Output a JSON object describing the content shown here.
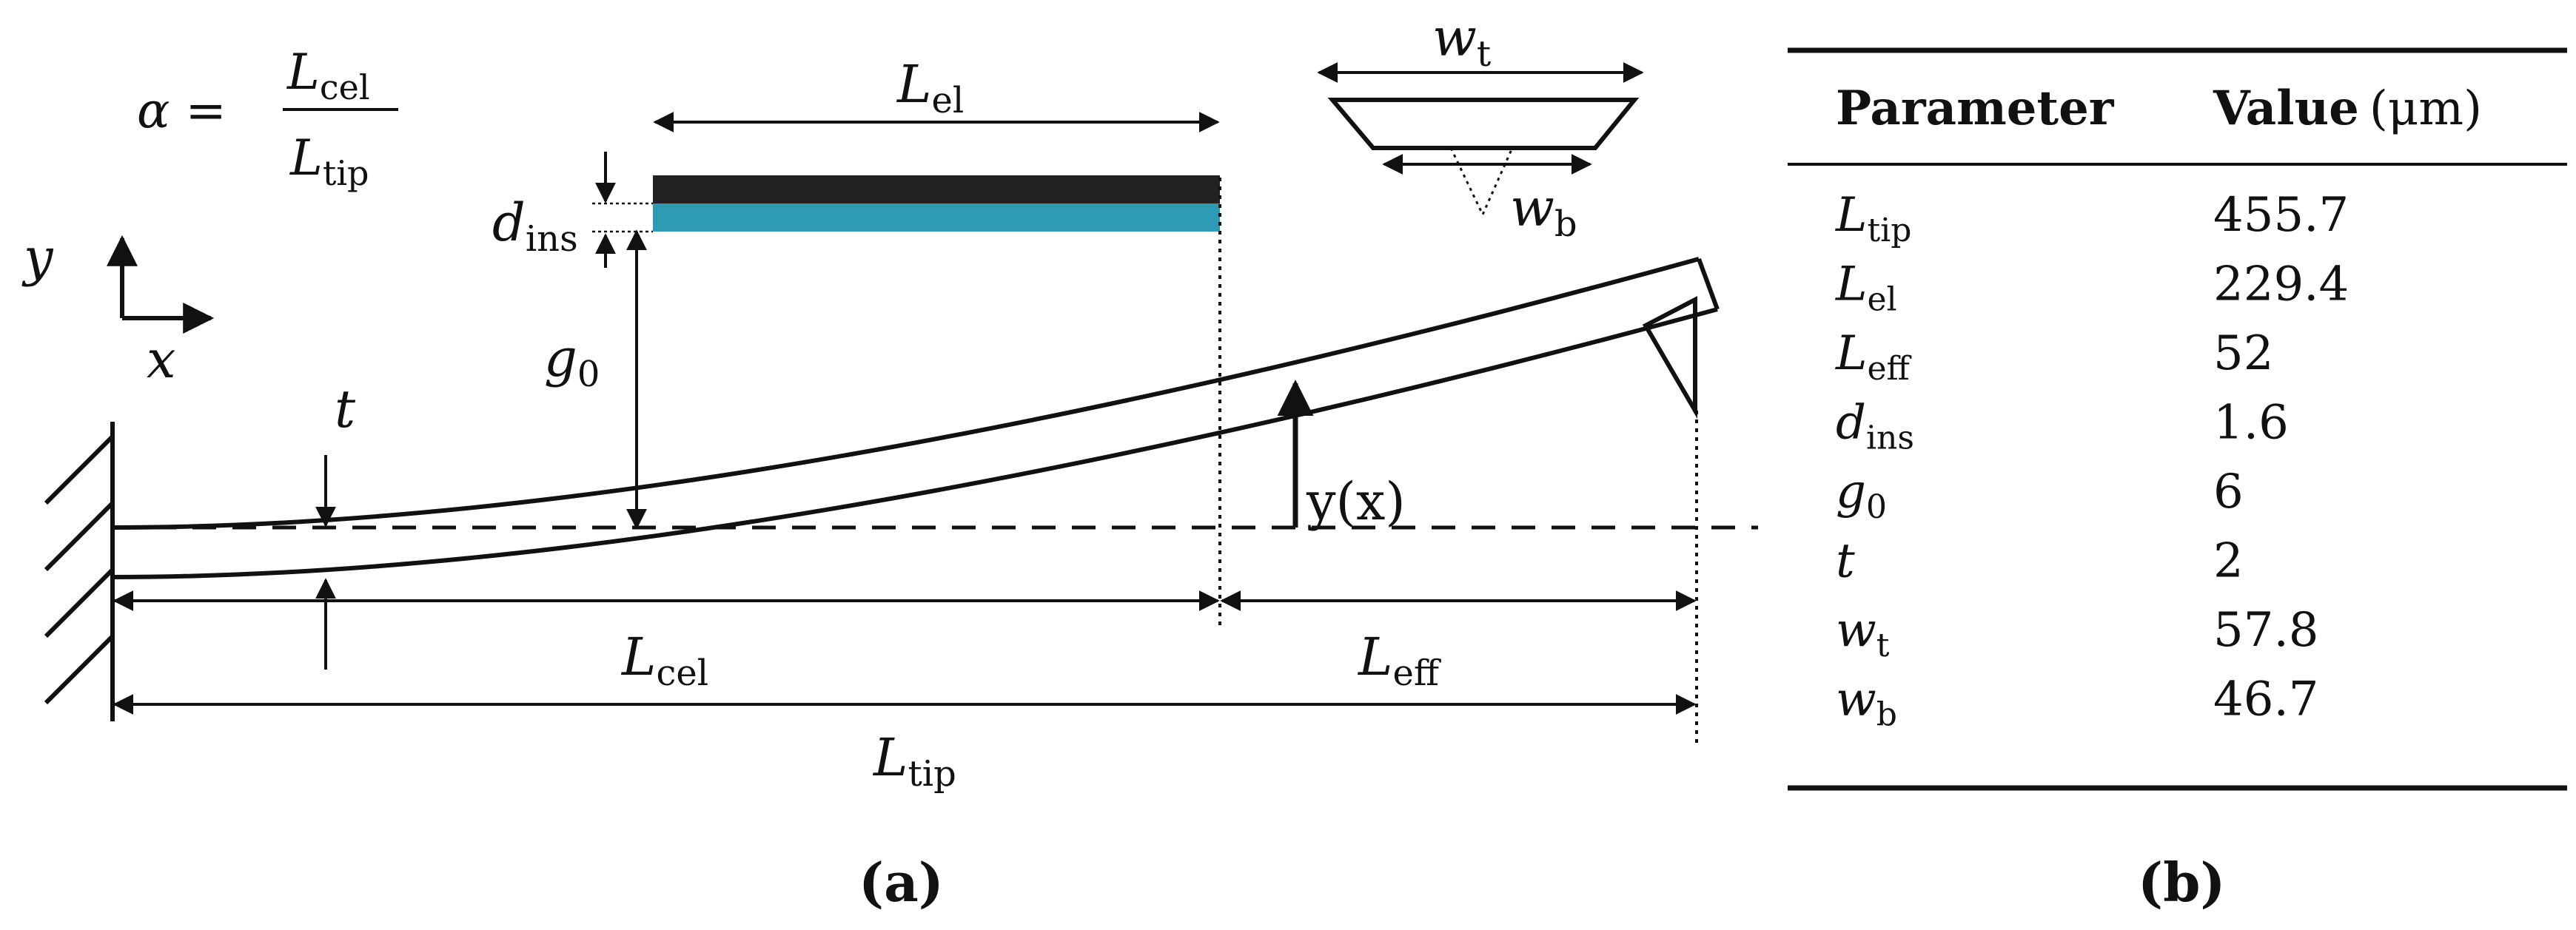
{
  "panel_a": {
    "caption": "(a)",
    "alpha_eq": {
      "lhs": "α =",
      "num": "L",
      "num_sub": "cel",
      "den": "L",
      "den_sub": "tip"
    },
    "axes": {
      "y": "y",
      "x": "x"
    },
    "labels": {
      "L_el": {
        "main": "L",
        "sub": "el"
      },
      "d_ins": {
        "main": "d",
        "sub": "ins"
      },
      "g0": {
        "main": "g",
        "sub": "0"
      },
      "t": "t",
      "yx": "y(x)",
      "L_cel": {
        "main": "L",
        "sub": "cel"
      },
      "L_eff": {
        "main": "L",
        "sub": "eff"
      },
      "L_tip": {
        "main": "L",
        "sub": "tip"
      },
      "w_t": {
        "main": "w",
        "sub": "t"
      },
      "w_b": {
        "main": "w",
        "sub": "b"
      }
    },
    "colors": {
      "electrode_top": "#222222",
      "electrode_bottom": "#2e9ab4",
      "line": "#111111"
    }
  },
  "panel_b": {
    "caption": "(b)",
    "headers": {
      "param": "Parameter",
      "value_bold": "Value",
      "value_unit": "(μm)"
    },
    "rows": [
      {
        "main": "L",
        "sub": "tip",
        "value": "455.7"
      },
      {
        "main": "L",
        "sub": "el",
        "value": "229.4"
      },
      {
        "main": "L",
        "sub": "eff",
        "value": "52"
      },
      {
        "main": "d",
        "sub": "ins",
        "value": "1.6"
      },
      {
        "main": "g",
        "sub": "0",
        "value": "6"
      },
      {
        "main": "t",
        "sub": "",
        "value": "2"
      },
      {
        "main": "w",
        "sub": "t",
        "value": "57.8"
      },
      {
        "main": "w",
        "sub": "b",
        "value": "46.7"
      }
    ]
  }
}
